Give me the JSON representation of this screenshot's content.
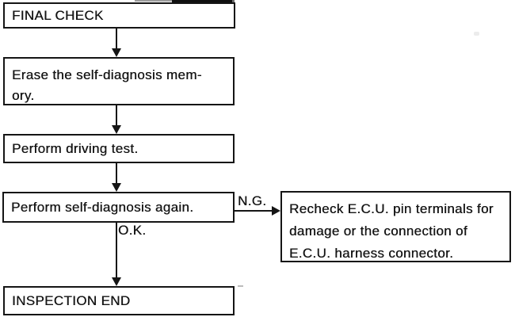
{
  "flowchart": {
    "title_node": "FINAL CHECK",
    "nodes": {
      "final_check": {
        "label": "FINAL CHECK"
      },
      "erase_memory": {
        "line1": "Erase the self-diagnosis mem-",
        "line2": "ory."
      },
      "driving_test": {
        "label": "Perform driving test."
      },
      "self_diagnosis_again": {
        "label": "Perform self-diagnosis again."
      },
      "recheck_ecu": {
        "line1": "Recheck E.C.U. pin terminals for",
        "line2": "damage or the connection of",
        "line3": "E.C.U. harness connector."
      },
      "inspection_end": {
        "label": "INSPECTION END"
      }
    },
    "edge_labels": {
      "ng": "N.G.",
      "ok": "O.K."
    },
    "colors": {
      "line": "#151515",
      "background": "#ffffff"
    }
  }
}
